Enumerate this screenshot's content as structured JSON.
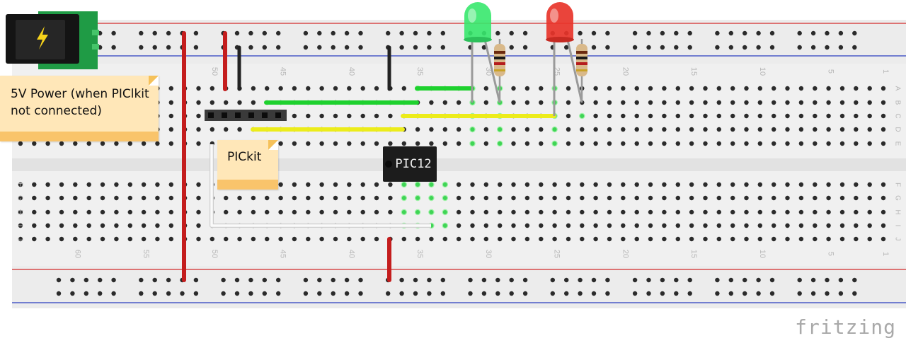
{
  "colors": {
    "board": "#f0f0f0",
    "rail_red": "#d42b2b",
    "rail_blue": "#2a3cbf",
    "wire_red": "#c41d1d",
    "wire_black": "#222222",
    "wire_green": "#1ed12e",
    "wire_yellow": "#ecec1a",
    "wire_white": "#e8e8e8",
    "led_green": "#37e86d",
    "led_red": "#e8342a",
    "note_bg": "#ffe7b8",
    "chip": "#1c1c1c",
    "power_jack_pcb": "#1f9b45"
  },
  "breadboard": {
    "top_column_numbers": [
      "50",
      "45",
      "40",
      "35",
      "30",
      "25",
      "20",
      "15",
      "10",
      "5",
      "1"
    ],
    "bottom_column_numbers": [
      "60",
      "55",
      "50",
      "45",
      "40",
      "35",
      "30",
      "25",
      "20",
      "15",
      "10",
      "5",
      "1"
    ],
    "top_row_letters": [
      "A",
      "B",
      "C",
      "D",
      "E"
    ],
    "bottom_row_letters": [
      "F",
      "G",
      "H",
      "I",
      "J"
    ]
  },
  "chip": {
    "label": "PIC12"
  },
  "notes": {
    "power": "5V Power (when PIClkit not connected)",
    "pickit": "PICkit"
  },
  "icons": {
    "power_jack": "lightning-bolt-icon"
  },
  "brand": {
    "logo": "fritzing"
  }
}
